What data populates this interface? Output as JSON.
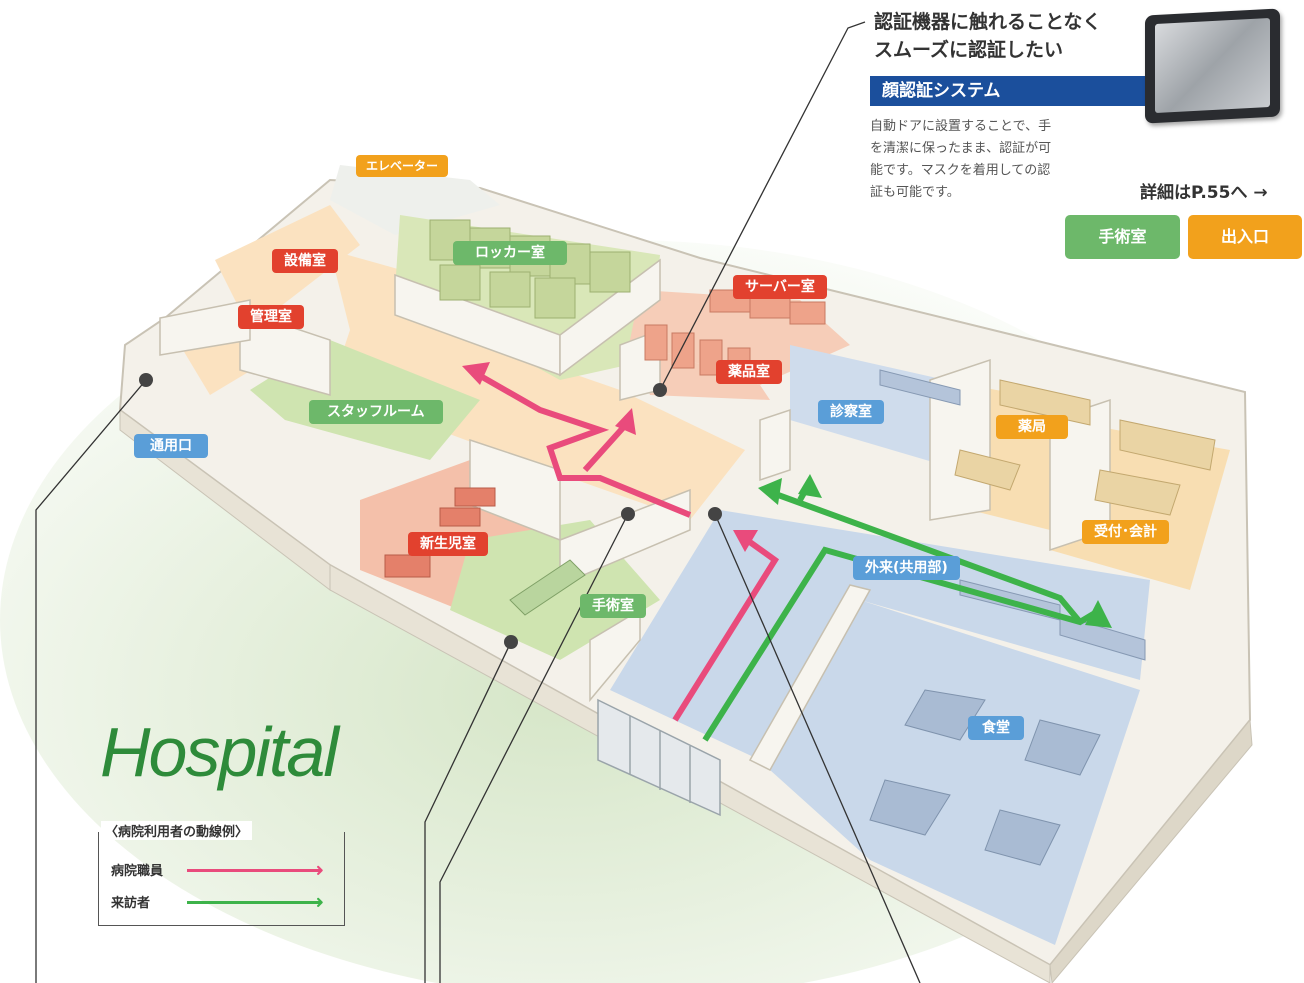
{
  "feature": {
    "heading_line1": "認証機器に触れることなく",
    "heading_line2": "スムーズに認証したい",
    "system_name": "顔認証システム",
    "desc_line1": "自動ドアに設置することで、手",
    "desc_line2": "を清潔に保ったまま、認証が可",
    "desc_line3": "能です。マスクを着用しての認",
    "desc_line4": "証も可能です。",
    "detail_link": "詳細はP.55へ",
    "tag_surgery": "手術室",
    "tag_entrance": "出入口"
  },
  "rooms": {
    "elevator": "エレベーター",
    "equipment": "設備室",
    "management": "管理室",
    "locker": "ロッカー室",
    "server": "サーバー室",
    "medicine": "薬品室",
    "staff_room": "スタッフルーム",
    "exam": "診察室",
    "pharmacy": "薬局",
    "reception": "受付･会計",
    "service_entrance": "通用口",
    "nursery": "新生児室",
    "surgery": "手術室",
    "outpatient": "外来(共用部)",
    "cafeteria": "食堂"
  },
  "title": "Hospital",
  "legend": {
    "title": "〈病院利用者の動線例〉",
    "staff": "病院職員",
    "visitor": "来訪者"
  },
  "colors": {
    "staff_route": "#e94b7c",
    "visitor_route": "#3db34a",
    "label_red": "#e2412e",
    "label_green": "#6db86a",
    "label_blue": "#5a9ed8",
    "label_orange": "#f2a11c",
    "system_bar": "#1b4f9c"
  }
}
